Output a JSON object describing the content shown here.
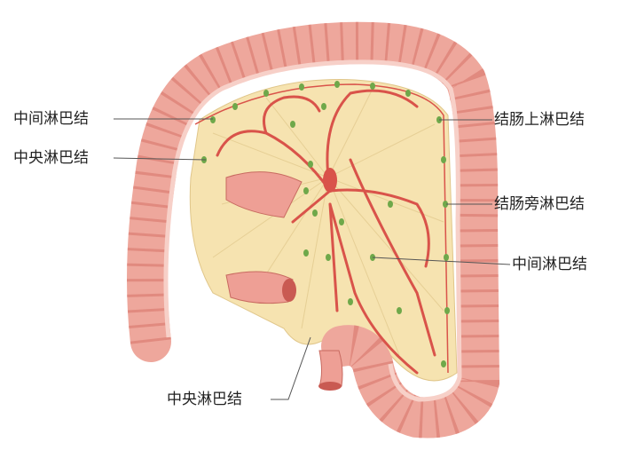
{
  "labels": {
    "left_intermediate": "中间淋巴结",
    "left_central": "中央淋巴结",
    "right_epicolic": "结肠上淋巴结",
    "right_paracolic": "结肠旁淋巴结",
    "right_intermediate": "中间淋巴结",
    "bottom_central": "中央淋巴结"
  },
  "colors": {
    "colon": "#eea79c",
    "colon_dark": "#d9776c",
    "mesentery": "#f6e3b0",
    "vessel": "#d9534a",
    "node": "#6fa84a"
  }
}
